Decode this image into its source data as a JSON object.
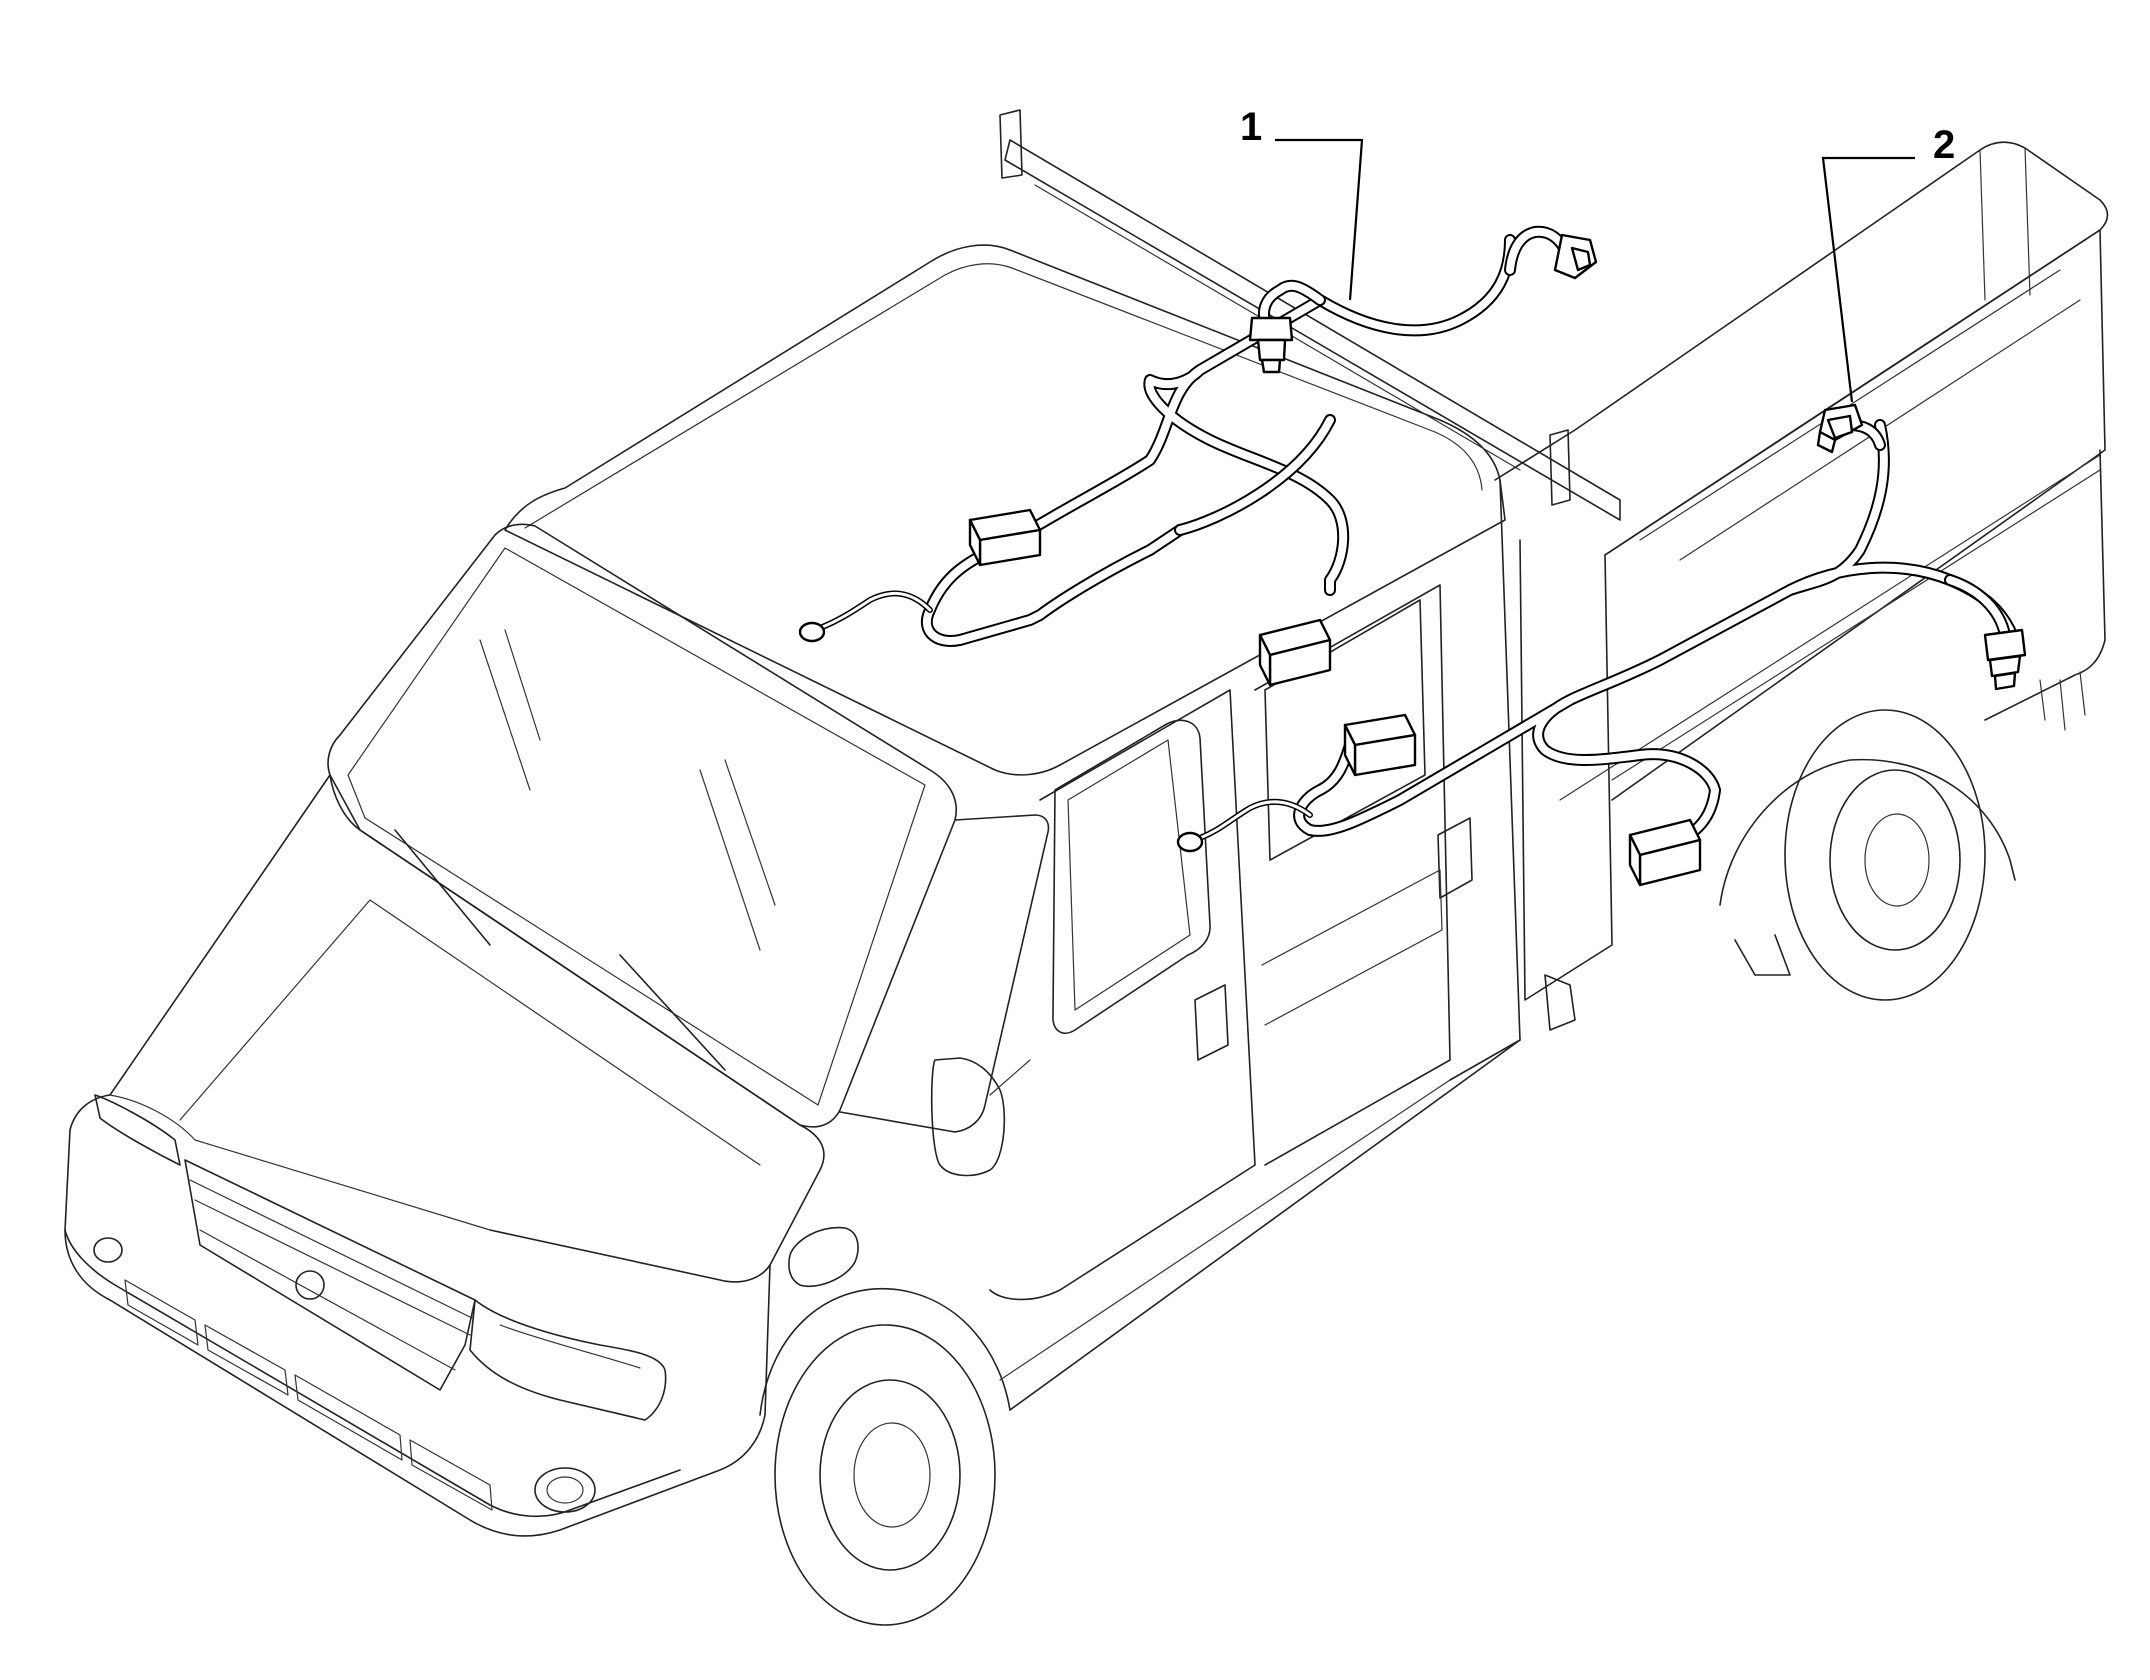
{
  "callouts": [
    {
      "id": "1",
      "label": "1"
    },
    {
      "id": "2",
      "label": "2"
    }
  ],
  "colors": {
    "line": "#222222",
    "cable": "#000000",
    "background": "#ffffff"
  }
}
